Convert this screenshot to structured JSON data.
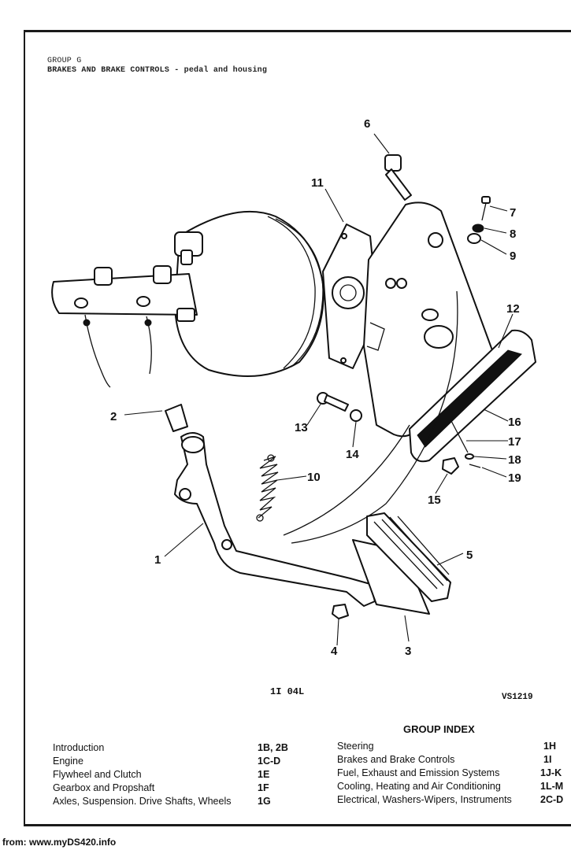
{
  "header": {
    "group": "GROUP G",
    "title": "BRAKES AND BRAKE CONTROLS - pedal and housing"
  },
  "diagram": {
    "callouts": [
      "1",
      "2",
      "3",
      "4",
      "5",
      "6",
      "7",
      "8",
      "9",
      "10",
      "11",
      "12",
      "13",
      "14",
      "15",
      "16",
      "17",
      "18",
      "19"
    ]
  },
  "page_code": "1I 04L",
  "figure_ref": "VS1219",
  "group_index": {
    "heading": "GROUP INDEX",
    "left": [
      {
        "name": "Introduction",
        "code": "1B, 2B"
      },
      {
        "name": "Engine",
        "code": "1C-D"
      },
      {
        "name": "Flywheel and Clutch",
        "code": "1E"
      },
      {
        "name": "Gearbox and Propshaft",
        "code": "1F"
      },
      {
        "name": "Axles, Suspension. Drive Shafts, Wheels",
        "code": "1G"
      }
    ],
    "right": [
      {
        "name": "Steering",
        "code": "1H"
      },
      {
        "name": "Brakes and Brake Controls",
        "code": "1I"
      },
      {
        "name": "Fuel, Exhaust and Emission Systems",
        "code": "1J-K"
      },
      {
        "name": "Cooling, Heating and Air Conditioning",
        "code": "1L-M"
      },
      {
        "name": "Electrical, Washers-Wipers, Instruments",
        "code": "2C-D"
      }
    ]
  },
  "footer": "from: www.myDS420.info"
}
